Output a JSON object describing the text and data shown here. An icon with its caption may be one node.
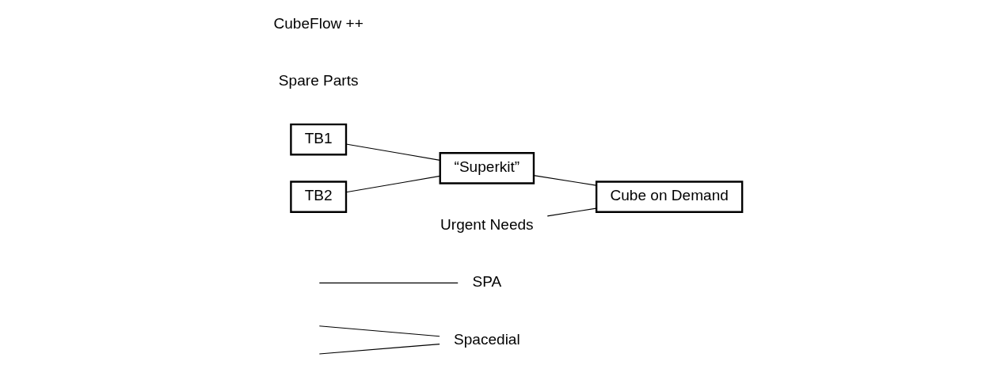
{
  "diagram": {
    "nodes": [
      {
        "text": [
          "Spacedial"
        ]
      },
      {
        "text": [
          "SPA"
        ]
      },
      {
        "text": [
          "TB1"
        ]
      },
      {
        "text": [
          "TB2"
        ]
      },
      {
        "text": [
          "“Superkit”"
        ]
      },
      {
        "text": [
          "Cube on Demand"
        ]
      },
      {
        "text": [
          "Urgent Needs"
        ]
      }
    ],
    "edges": [
      {
        "from": null,
        "to": 0,
        "arrow": "none"
      },
      {
        "from": null,
        "to": 0,
        "arrow": "none"
      },
      {
        "from": null,
        "to": 1,
        "arrow": "none"
      },
      {
        "from": 2,
        "to": 4,
        "arrow": "none"
      },
      {
        "from": 3,
        "to": 4,
        "arrow": "none"
      },
      {
        "from": 4,
        "to": 5,
        "arrow": "none"
      },
      {
        "from": 6,
        "to": 5,
        "arrow": "none"
      }
    ],
    "labels": [
      "Spare Parts",
      "CubeFlow ++"
    ]
  }
}
